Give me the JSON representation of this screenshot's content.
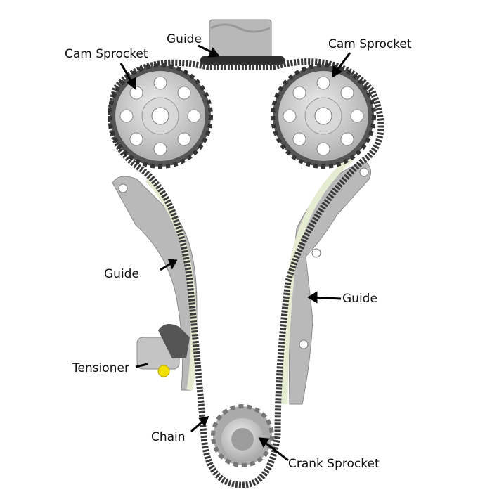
{
  "title": "Timing Chain Kit",
  "labels": {
    "guide_top": "Guide",
    "cam_sprocket_left": "Cam Sprocket",
    "cam_sprocket_right": "Cam Sprocket",
    "guide_left": "Guide",
    "guide_right": "Guide",
    "tensioner": "Tensioner",
    "chain": "Chain",
    "crank_sprocket": "Crank Sprocket"
  },
  "colors": {
    "chain": "#3a3a3a",
    "metal": "#c9c9c9",
    "guide_face": "#e6ecd2",
    "tensioner_plunger": "#f2e000",
    "arrow": "#000000"
  }
}
